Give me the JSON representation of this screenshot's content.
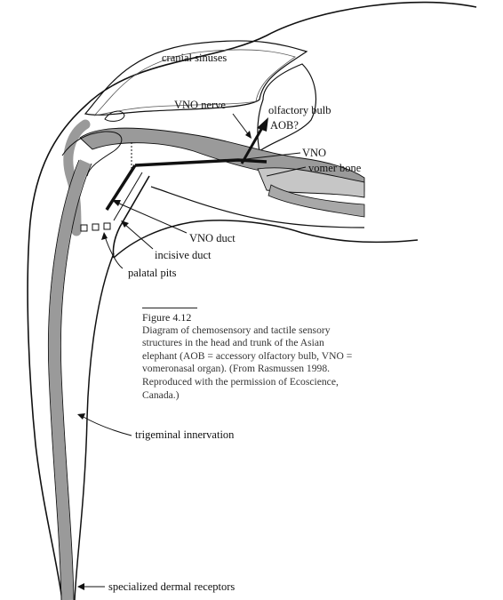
{
  "labels": {
    "cranial_sinuses": "cranial sinuses",
    "vno_nerve": "VNO nerve",
    "olfactory_bulb": "olfactory bulb",
    "aob": "AOB?",
    "vno": "VNO",
    "vomer_bone": "vomer bone",
    "vno_duct": "VNO duct",
    "incisive_duct": "incisive duct",
    "palatal_pits": "palatal pits",
    "trigeminal_innervation": "trigeminal innervation",
    "specialized_dermal_receptors": "specialized dermal receptors"
  },
  "caption": {
    "figure": "Figure 4.12",
    "text": "Diagram of chemosensory and tactile sensory structures in the head and trunk of the Asian elephant (AOB = accessory olfactory bulb, VNO = vomeronasal organ). (From Rasmussen 1998. Reproduced with the permission of Ecoscience, Canada.)"
  },
  "colors": {
    "ink": "#111111",
    "shading": "#9a9a9a",
    "background": "#ffffff"
  }
}
